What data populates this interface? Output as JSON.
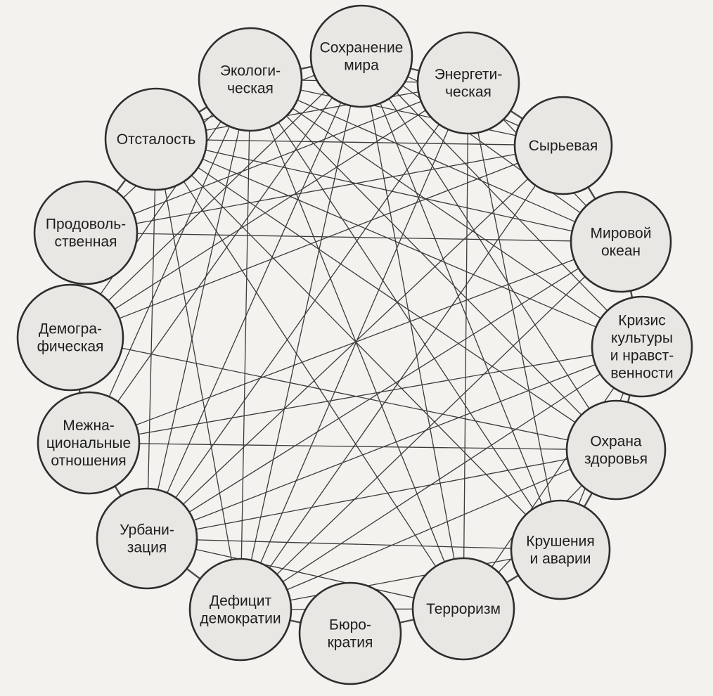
{
  "diagram": {
    "nodes": [
      {
        "id": "peace",
        "lines": [
          "Сохранение",
          "мира"
        ]
      },
      {
        "id": "energy",
        "lines": [
          "Энергети-",
          "ческая"
        ]
      },
      {
        "id": "raw",
        "lines": [
          "Сырьевая"
        ]
      },
      {
        "id": "ocean",
        "lines": [
          "Мировой",
          "океан"
        ]
      },
      {
        "id": "culture",
        "lines": [
          "Кризис",
          "культуры",
          "и нравст-",
          "венности"
        ]
      },
      {
        "id": "health",
        "lines": [
          "Охрана",
          "здоровья"
        ]
      },
      {
        "id": "accidents",
        "lines": [
          "Крушения",
          "и аварии"
        ]
      },
      {
        "id": "terror",
        "lines": [
          "Терроризм"
        ]
      },
      {
        "id": "bureau",
        "lines": [
          "Бюро-",
          "кратия"
        ]
      },
      {
        "id": "democracy",
        "lines": [
          "Дефицит",
          "демократии"
        ]
      },
      {
        "id": "urban",
        "lines": [
          "Урбани-",
          "зация"
        ]
      },
      {
        "id": "interethnic",
        "lines": [
          "Межна-",
          "циональные",
          "отношения"
        ]
      },
      {
        "id": "demography",
        "lines": [
          "Демогра-",
          "фическая"
        ]
      },
      {
        "id": "food",
        "lines": [
          "Продоволь-",
          "ственная"
        ]
      },
      {
        "id": "backward",
        "lines": [
          "Отсталость"
        ]
      },
      {
        "id": "ecology",
        "lines": [
          "Экологи-",
          "ческая"
        ]
      }
    ],
    "ring_order": [
      "peace",
      "energy",
      "raw",
      "ocean",
      "culture",
      "health",
      "accidents",
      "terror",
      "bureau",
      "democracy",
      "urban",
      "interethnic",
      "demography",
      "food",
      "backward",
      "ecology"
    ],
    "edges": [
      [
        "peace",
        "backward"
      ],
      [
        "peace",
        "raw"
      ],
      [
        "peace",
        "ocean"
      ],
      [
        "peace",
        "culture"
      ],
      [
        "peace",
        "health"
      ],
      [
        "peace",
        "accidents"
      ],
      [
        "peace",
        "terror"
      ],
      [
        "peace",
        "democracy"
      ],
      [
        "peace",
        "urban"
      ],
      [
        "peace",
        "interethnic"
      ],
      [
        "peace",
        "demography"
      ],
      [
        "ecology",
        "backward"
      ],
      [
        "ecology",
        "raw"
      ],
      [
        "ecology",
        "ocean"
      ],
      [
        "ecology",
        "culture"
      ],
      [
        "ecology",
        "health"
      ],
      [
        "ecology",
        "accidents"
      ],
      [
        "ecology",
        "terror"
      ],
      [
        "ecology",
        "democracy"
      ],
      [
        "ecology",
        "urban"
      ],
      [
        "ecology",
        "interethnic"
      ],
      [
        "ecology",
        "demography"
      ],
      [
        "ecology",
        "food"
      ],
      [
        "ecology",
        "energy"
      ],
      [
        "energy",
        "backward"
      ],
      [
        "energy",
        "food"
      ],
      [
        "energy",
        "demography"
      ],
      [
        "energy",
        "urban"
      ],
      [
        "energy",
        "democracy"
      ],
      [
        "energy",
        "terror"
      ],
      [
        "energy",
        "accidents"
      ],
      [
        "energy",
        "ocean"
      ],
      [
        "backward",
        "raw"
      ],
      [
        "backward",
        "ocean"
      ],
      [
        "backward",
        "culture"
      ],
      [
        "backward",
        "health"
      ],
      [
        "backward",
        "accidents"
      ],
      [
        "backward",
        "terror"
      ],
      [
        "backward",
        "democracy"
      ],
      [
        "backward",
        "urban"
      ],
      [
        "food",
        "ocean"
      ],
      [
        "food",
        "raw"
      ],
      [
        "demography",
        "health"
      ],
      [
        "demography",
        "raw"
      ],
      [
        "raw",
        "urban"
      ],
      [
        "raw",
        "democracy"
      ],
      [
        "ocean",
        "urban"
      ],
      [
        "ocean",
        "democracy"
      ],
      [
        "ocean",
        "interethnic"
      ],
      [
        "culture",
        "urban"
      ],
      [
        "culture",
        "democracy"
      ],
      [
        "culture",
        "terror"
      ],
      [
        "culture",
        "accidents"
      ],
      [
        "culture",
        "interethnic"
      ],
      [
        "health",
        "urban"
      ],
      [
        "health",
        "democracy"
      ],
      [
        "health",
        "interethnic"
      ],
      [
        "health",
        "terror"
      ],
      [
        "urban",
        "accidents"
      ],
      [
        "urban",
        "terror"
      ],
      [
        "democracy",
        "accidents"
      ],
      [
        "democracy",
        "terror"
      ]
    ]
  }
}
